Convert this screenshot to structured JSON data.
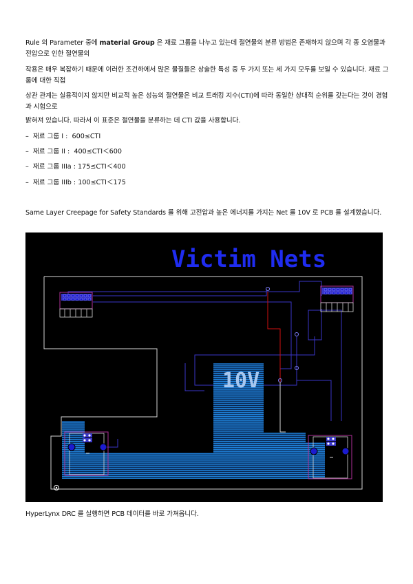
{
  "document": {
    "para1": {
      "pre": "Rule 의 Parameter 중에 ",
      "bold": "material Group",
      "post": " 은 재료 그룹을 나누고 있는데 절연물의 분류 방법은 존재하지 않으며 각 종 오염물과 전압으로 인한 절연물의"
    },
    "para2": "작용은 매우 복잡하기 때문에 이러한 조건하에서 많은 물질들은 상술한 특성 중 두 가지 또는 세 가지 모두를 보일 수 있습니다. 재료 그룹에 대한 직접",
    "para3": "상관 관계는 실용적이지 않지만 비교적 높은 성능의 절연물은 비교 트래킹 지수(CTI)에 따라 동일한 상대적 순위를 갖는다는 것이 경험과 시험으로",
    "para4": "밝혀져 있습니다. 따라서 이 표준은 절연물을 분류하는 데 CTI 값을 사용합니다.",
    "bullets": [
      "–  재료 그룹 I :  600≤CTI",
      "–  재료 그룹 II :  400≤CTI＜600",
      "–  재료 그룹 IIIa : 175≤CTI＜400",
      "–  재료 그룹 IIIb : 100≤CTI＜175"
    ],
    "para5": "Same Layer Creepage for Safety Standards 를 위해 고전압과 높은 에너지를 가지는 Net 를 10V 로 PCB 를 설계했습니다.",
    "para6": "HyperLynx DRC 를 실행하면 PCB 데이터를 바로 가져옵니다."
  },
  "pcb_image": {
    "title": "Victim Nets",
    "pour_label": "10V",
    "colors": {
      "background": "#000000",
      "title": "#1f2cf0",
      "pour": "#1e7fd6",
      "outline": "#d8d8d8",
      "trace": "#3a36c8",
      "component": "#b0309a",
      "red_trace": "#d01010"
    }
  }
}
